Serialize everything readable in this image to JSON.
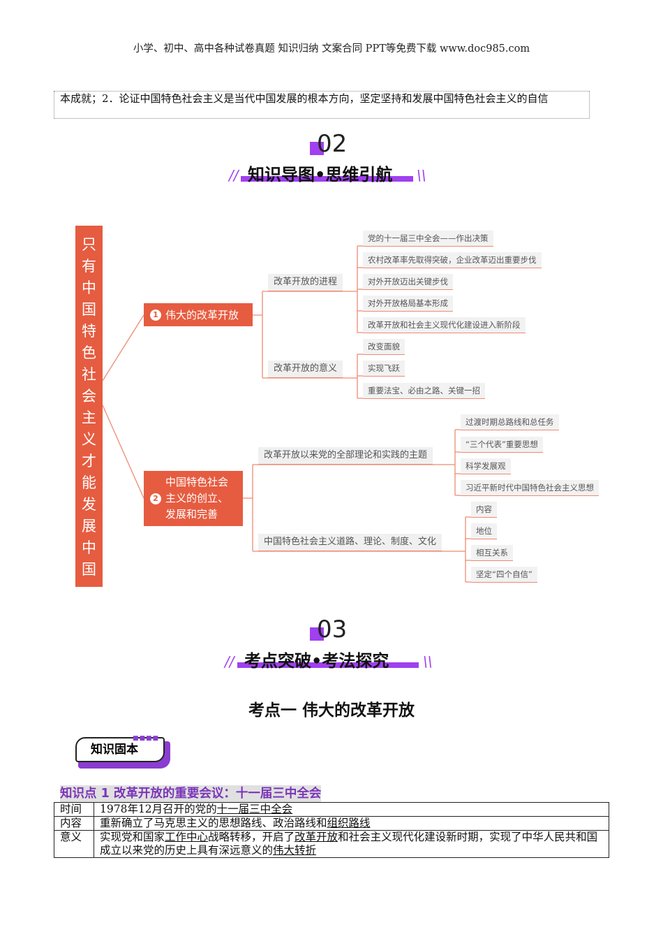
{
  "header": "小学、初中、高中各种试卷真题  知识归纳  文案合同  PPT等免费下载      www.doc985.com",
  "intro_box": "本成就；2．论证中国特色社会主义是当代中国发展的根本方向，坚定坚持和发展中国特色社会主义的自信",
  "section2": {
    "number": "02",
    "title": "知识导图•思维引航"
  },
  "mindmap": {
    "root": [
      "只",
      "有",
      "中",
      "国",
      "特",
      "色",
      "社",
      "会",
      "主",
      "义",
      "才",
      "能",
      "发",
      "展",
      "中",
      "国"
    ],
    "branch1": {
      "num": "1",
      "label": "伟大的改革开放",
      "sub1": {
        "label": "改革开放的进程",
        "leaves": [
          "党的十一届三中全会——作出决策",
          "农村改革率先取得突破，企业改革迈出重要步伐",
          "对外开放迈出关键步伐",
          "对外开放格局基本形成",
          "改革开放和社会主义现代化建设进入新阶段"
        ]
      },
      "sub2": {
        "label": "改革开放的意义",
        "leaves": [
          "改变面貌",
          "实现飞跃",
          "重要法宝、必由之路、关键一招"
        ]
      }
    },
    "branch2": {
      "num": "2",
      "label_lines": [
        "中国特色社会",
        "主义的创立、",
        "发展和完善"
      ],
      "sub1": {
        "label": "改革开放以来党的全部理论和实践的主题",
        "leaves": [
          "过渡时期总路线和总任务",
          "“三个代表”重要思想",
          "科学发展观",
          "习近平新时代中国特色社会主义思想"
        ]
      },
      "sub2": {
        "label": "中国特色社会主义道路、理论、制度、文化",
        "leaves": [
          "内容",
          "地位",
          "相互关系",
          "坚定“四个自信”"
        ]
      }
    }
  },
  "section3": {
    "number": "03",
    "title": "考点突破•考法探究"
  },
  "kaodian": "考点一  伟大的改革开放",
  "badge": "知识固本",
  "point_title": "知识点 1 改革开放的重要会议：十一届三中全会",
  "table": [
    {
      "k": "时间",
      "parts": [
        "1978年12月召开的党的",
        "十一届三中全会"
      ]
    },
    {
      "k": "内容",
      "parts": [
        "重新确立了马克思主义的思想路线、政治路线和",
        "组织路线"
      ]
    },
    {
      "k": "意义",
      "parts": [
        "实现党和国家",
        "工作中心",
        "战略转移，开启了",
        "改革开放",
        "和社会主义现代化建设新时期，实现了中华人民共和国成立以来党的历史上具有深远意义的",
        "伟大转折"
      ]
    }
  ],
  "colors": {
    "accent": "#a040f0",
    "mindmap": "#e65c40"
  }
}
